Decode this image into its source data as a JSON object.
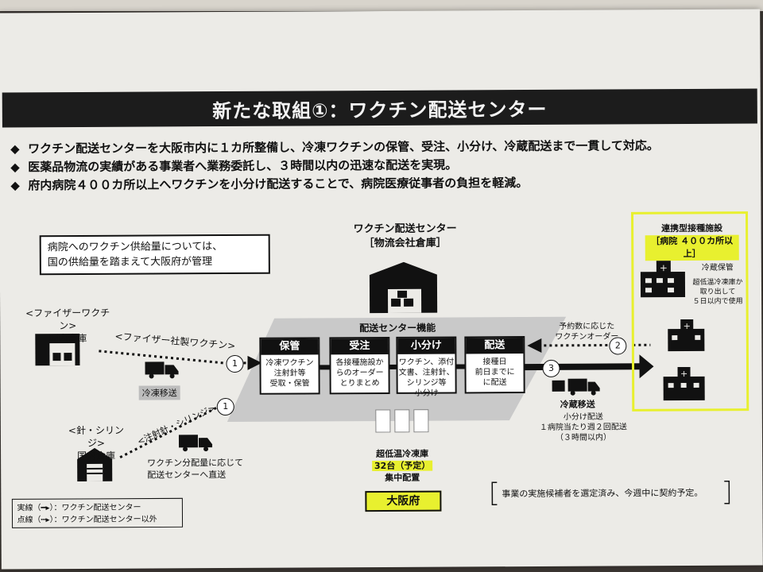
{
  "title": "新たな取組①：ワクチン配送センター",
  "bullets": [
    "ワクチン配送センターを大阪市内に１カ所整備し、冷凍ワクチンの保管、受注、小分け、冷蔵配送まで一貫して対応。",
    "医薬品物流の実績がある事業者へ業務委託し、３時間以内の迅速な配送を実現。",
    "府内病院４００カ所以上へワクチンを小分け配送することで、病院医療従事者の負担を軽減。"
  ],
  "bullet_marker": "◆",
  "supply_note": [
    "病院へのワクチン供給量については、",
    "国の供給量を踏まえて大阪府が管理"
  ],
  "center": {
    "title": "ワクチン配送センター",
    "subtitle": "［物流会社倉庫］",
    "function_label": "配送センター機能"
  },
  "pfizer_warehouse": {
    "label": "<ファイザーワクチン>",
    "sub": "国内倉庫"
  },
  "needle_warehouse": {
    "label": "<針・シリンジ>",
    "sub": "国内倉庫"
  },
  "pfizer_route_label": "<ファイザー社製ワクチン>",
  "frozen_transport": "冷凍移送",
  "needle_route_label": "<注射針・シリンジ>",
  "needle_note": [
    "ワクチン分配量に応じて",
    "配送センターへ直送"
  ],
  "steps": [
    {
      "head": "保管",
      "body": [
        "冷凍ワクチン",
        "注射針等",
        "受取・保管"
      ]
    },
    {
      "head": "受注",
      "body": [
        "各接種施設か",
        "らのオーダー",
        "とりまとめ"
      ]
    },
    {
      "head": "小分け",
      "body": [
        "ワクチン、添付",
        "文書、注射針、",
        "シリンジ等",
        "小分け"
      ]
    },
    {
      "head": "配送",
      "body": [
        "接種日",
        "前日までに",
        "に配送"
      ]
    }
  ],
  "circles": [
    "1",
    "1",
    "2",
    "3"
  ],
  "order_label": [
    "予約数に応じた",
    "ワクチンオーダー"
  ],
  "cold_transport": "冷蔵移送",
  "delivery_note": [
    "小分け配送",
    "１病院当たり週２回配送",
    "（３時間以内）"
  ],
  "freezer": {
    "label": "超低温冷凍庫",
    "count": "32台（予定）",
    "note": "集中配置"
  },
  "osaka": "大阪府",
  "facility": {
    "title": "連携型接種施設",
    "sub": "［病院 ４００カ所以上］"
  },
  "storage_note": {
    "title": "冷蔵保管",
    "lines": [
      "超低温冷凍庫か",
      "取り出して",
      "５日以内で使用"
    ]
  },
  "legend": [
    "実線（━▸）：ワクチン配送センター",
    "点線（┅▸）：ワクチン配送センター以外"
  ],
  "contract_note": "事業の実施候補者を選定済み、今週中に契約予定。",
  "colors": {
    "title_bg": "#1c1c1c",
    "highlight": "#e8f02f",
    "band": "#c9c9c9"
  }
}
